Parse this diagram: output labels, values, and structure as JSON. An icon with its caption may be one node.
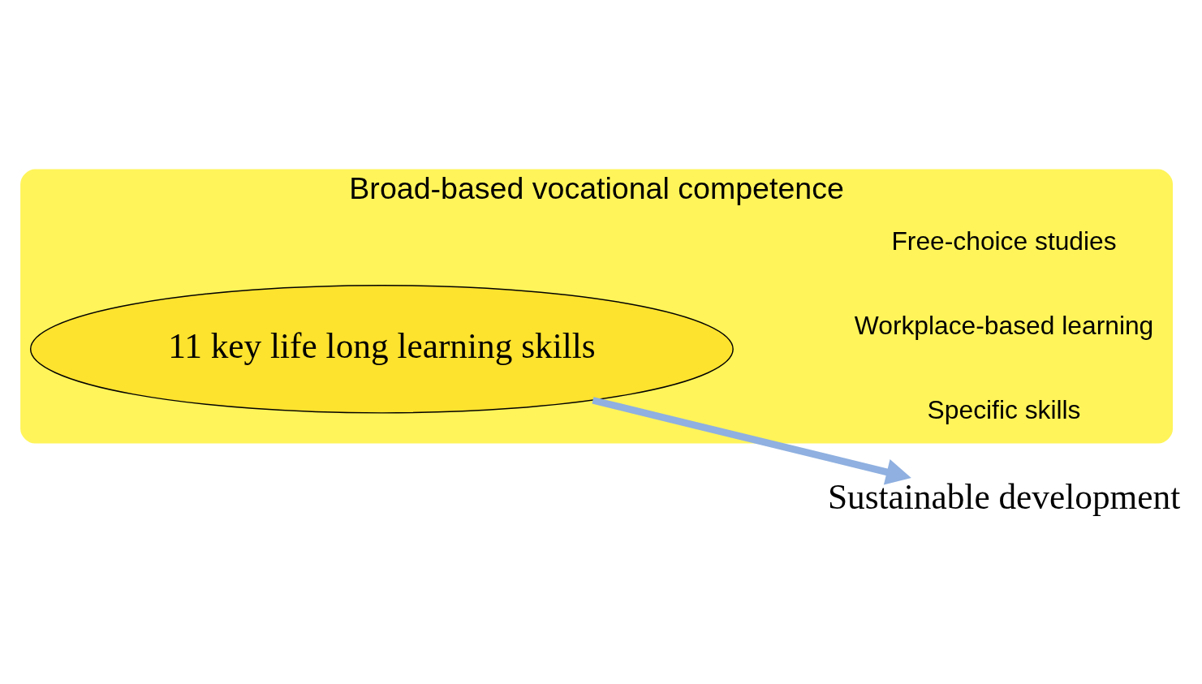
{
  "diagram": {
    "nodes": [
      {
        "text": [
          "Broad-based vocational competence"
        ]
      },
      {
        "text": [
          "11 key life long learning skills"
        ],
        "in": 0
      },
      {
        "text": [
          "Sustainable development"
        ]
      }
    ],
    "edges": [
      {
        "from": 1,
        "to": 2,
        "arrow": "to"
      }
    ],
    "labels": [
      "Specific skills",
      "Workplace-based learning",
      "Free-choice studies"
    ]
  }
}
